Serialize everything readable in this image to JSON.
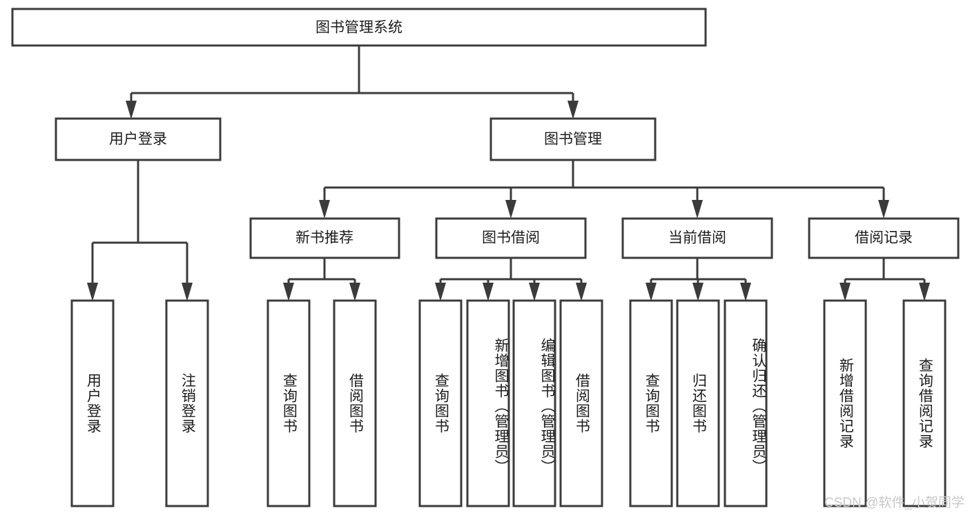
{
  "diagram": {
    "title": "图书管理系统",
    "type": "tree-hierarchy",
    "root": {
      "id": "root",
      "label": "图书管理系统",
      "orientation": "horizontal"
    },
    "level2": [
      {
        "id": "user-login",
        "label": "用户登录",
        "orientation": "horizontal"
      },
      {
        "id": "book-manage",
        "label": "图书管理",
        "orientation": "horizontal"
      }
    ],
    "level3": [
      {
        "id": "new-book-rec",
        "label": "新书推荐",
        "orientation": "horizontal",
        "parent": "book-manage"
      },
      {
        "id": "book-borrow",
        "label": "图书借阅",
        "orientation": "horizontal",
        "parent": "book-manage"
      },
      {
        "id": "current-borrow",
        "label": "当前借阅",
        "orientation": "horizontal",
        "parent": "book-manage"
      },
      {
        "id": "borrow-record",
        "label": "借阅记录",
        "orientation": "horizontal",
        "parent": "book-manage"
      }
    ],
    "leaves": [
      {
        "id": "leaf-user-login",
        "label": "用户登录",
        "orientation": "vertical",
        "parent": "user-login"
      },
      {
        "id": "leaf-user-logout",
        "label": "注销登录",
        "orientation": "vertical",
        "parent": "user-login"
      },
      {
        "id": "leaf-query-book-1",
        "label": "查询图书",
        "orientation": "vertical",
        "parent": "new-book-rec"
      },
      {
        "id": "leaf-borrow-book-1",
        "label": "借阅图书",
        "orientation": "vertical",
        "parent": "new-book-rec"
      },
      {
        "id": "leaf-query-book-2",
        "label": "查询图书",
        "orientation": "vertical",
        "parent": "book-borrow"
      },
      {
        "id": "leaf-add-book",
        "label": "新增图书（管理员）",
        "orientation": "vertical",
        "parent": "book-borrow"
      },
      {
        "id": "leaf-edit-book",
        "label": "编辑图书（管理员）",
        "orientation": "vertical",
        "parent": "book-borrow"
      },
      {
        "id": "leaf-borrow-book-2",
        "label": "借阅图书",
        "orientation": "vertical",
        "parent": "book-borrow"
      },
      {
        "id": "leaf-query-book-3",
        "label": "查询图书",
        "orientation": "vertical",
        "parent": "current-borrow"
      },
      {
        "id": "leaf-return-book",
        "label": "归还图书",
        "orientation": "vertical",
        "parent": "current-borrow"
      },
      {
        "id": "leaf-confirm-return",
        "label": "确认归还（管理员）",
        "orientation": "vertical",
        "parent": "current-borrow"
      },
      {
        "id": "leaf-add-record",
        "label": "新增借阅记录",
        "orientation": "vertical",
        "parent": "borrow-record"
      },
      {
        "id": "leaf-query-record",
        "label": "查询借阅记录",
        "orientation": "vertical",
        "parent": "borrow-record"
      }
    ],
    "watermark": "CSDN @软件_小贺同学",
    "colors": {
      "stroke": "#3b3b3b",
      "fill": "#ffffff",
      "text": "#1c1c1c",
      "watermark": "#c8c8c8",
      "background": "#ffffff"
    }
  }
}
